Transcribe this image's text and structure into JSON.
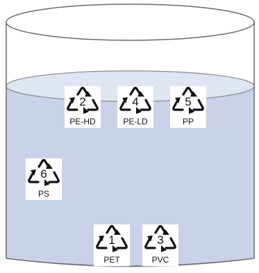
{
  "colors": {
    "water": "#c9d2e8",
    "outline": "#6b6b6b",
    "symbol_bg": "#ffffff",
    "symbol_stroke": "#111111"
  },
  "symbols": {
    "pe_hd": {
      "code": "2",
      "label": "PE-HD",
      "icon": "recycling-triangle-icon"
    },
    "pe_ld": {
      "code": "4",
      "label": "PE-LD",
      "icon": "recycling-triangle-icon"
    },
    "pp": {
      "code": "5",
      "label": "PP",
      "icon": "recycling-triangle-icon"
    },
    "ps": {
      "code": "6",
      "label": "PS",
      "icon": "recycling-triangle-icon"
    },
    "pet": {
      "code": "1",
      "label": "PET",
      "icon": "recycling-triangle-icon"
    },
    "pvc": {
      "code": "3",
      "label": "PVC",
      "icon": "recycling-triangle-icon"
    }
  }
}
